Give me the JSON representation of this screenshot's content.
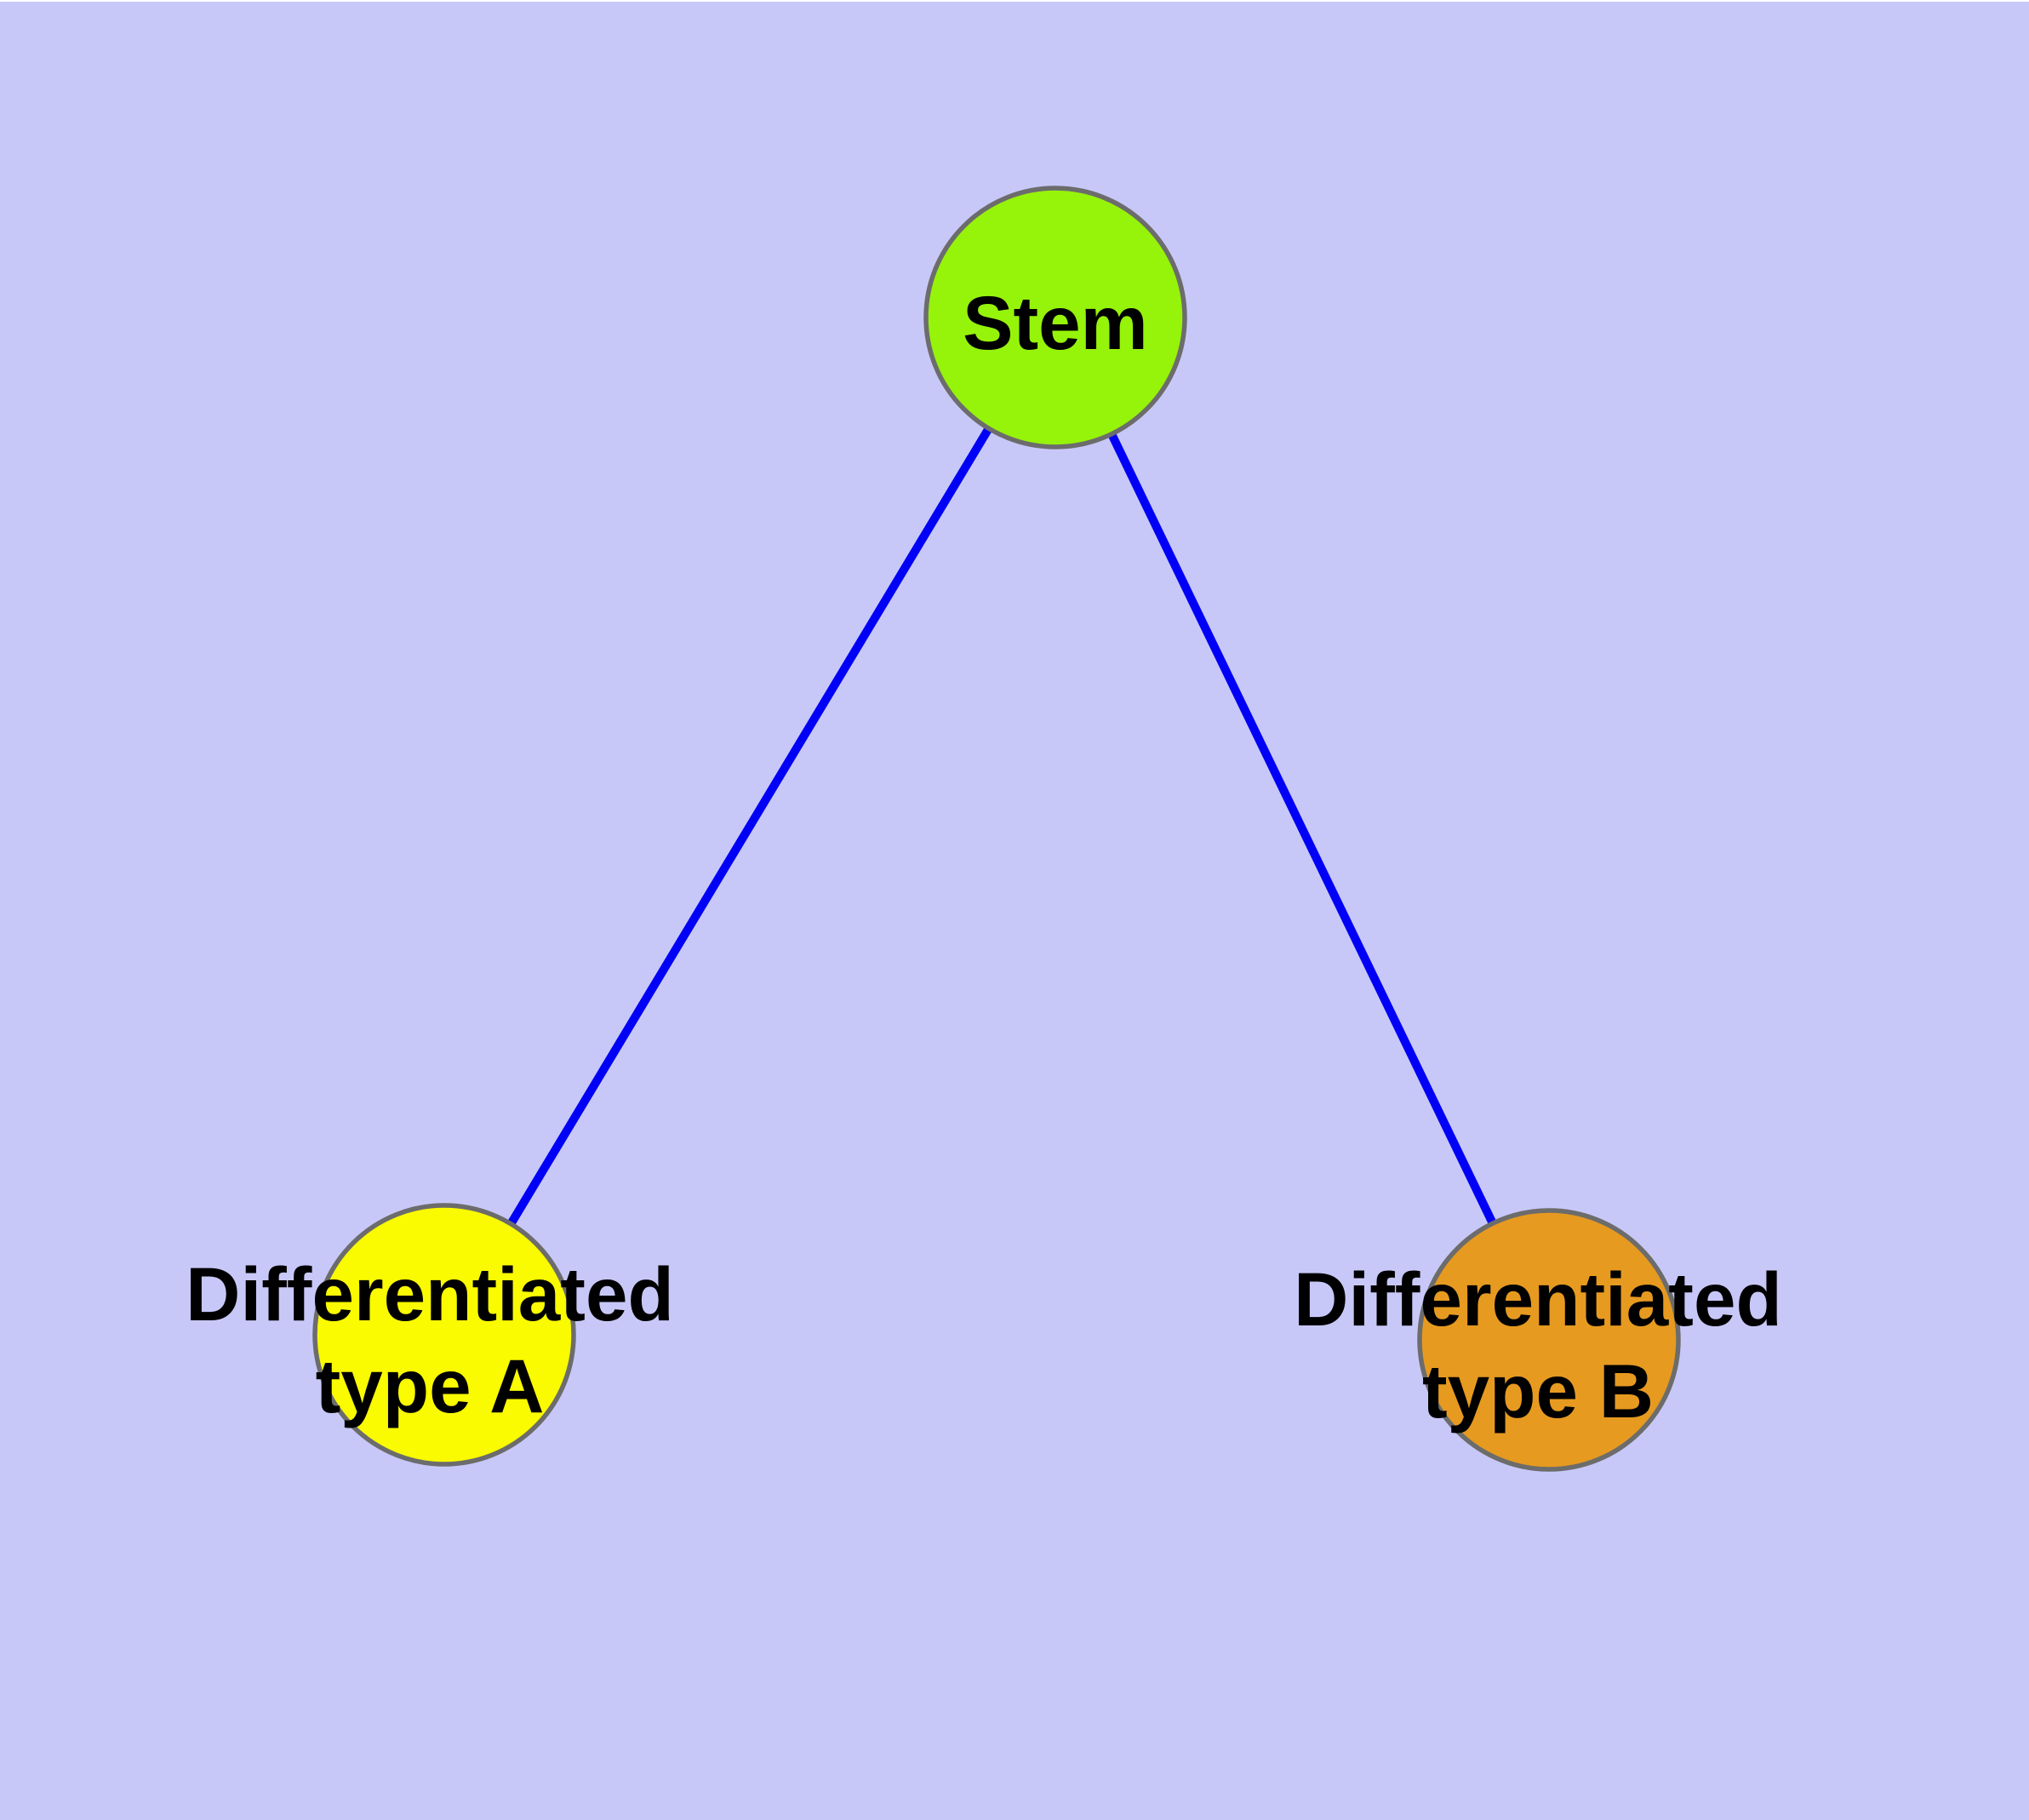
{
  "diagram": {
    "type": "graph",
    "background_color": "#C8C8F8",
    "top_margin_color": "#FFFFFF",
    "edge_color": "#0000F6",
    "node_border_color": "#6C6C6C",
    "label_color": "#000000",
    "nodes": [
      {
        "id": "stem",
        "label": "Stem",
        "label_line1": "Stem",
        "label_line2": "",
        "fill": "#96F30A"
      },
      {
        "id": "differentiated-type-a",
        "label": "Differentiated type A",
        "label_line1": "Differentiated",
        "label_line2": "type A",
        "fill": "#FAFA00"
      },
      {
        "id": "differentiated-type-b",
        "label": "Differentiated type B",
        "label_line1": "Differentiated",
        "label_line2": "type B",
        "fill": "#E69A20"
      }
    ],
    "edges": [
      {
        "from": "Stem",
        "to": "Differentiated type A"
      },
      {
        "from": "Stem",
        "to": "Differentiated type B"
      }
    ]
  }
}
